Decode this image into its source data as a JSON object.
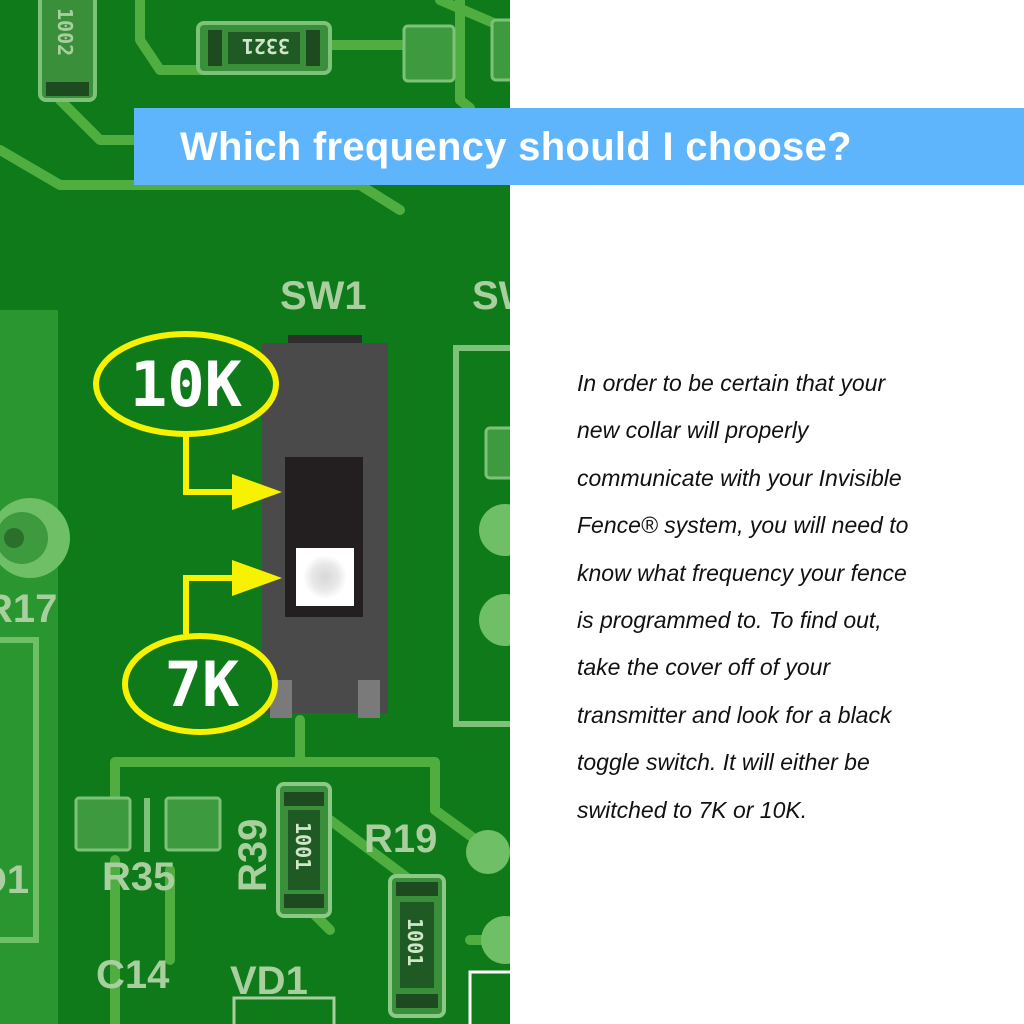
{
  "title": "Which frequency should I choose?",
  "description_lines": [
    "In order to be certain that your",
    "new collar will properly",
    "communicate with your Invisible",
    "Fence® system, you will need to",
    "know what frequency your fence",
    "is programmed to. To find out,",
    "take the cover off of your",
    "transmitter and look for a black",
    "toggle switch. It will either be",
    "switched to 7K or 10K."
  ],
  "callouts": {
    "high": "10K",
    "low": "7K"
  },
  "board_labels": {
    "sw1": "SW1",
    "sw_partial": "SW",
    "r17": "R17",
    "r35": "R35",
    "r39": "R39",
    "r19": "R19",
    "c14": "C14",
    "vd1": "VD1",
    "d1_partial": "D1"
  },
  "component_codes": {
    "r_top_left": "1002",
    "r_top": "3321",
    "r39": "1001",
    "r19": "1001"
  },
  "colors": {
    "board": "#0f7a1a",
    "trace": "#5ab547",
    "silkscreen": "#a9cf9f",
    "banner": "#5fb5fb",
    "callout": "#f7f200",
    "switch_body": "#4a4a4a"
  },
  "switch_position": "7K"
}
